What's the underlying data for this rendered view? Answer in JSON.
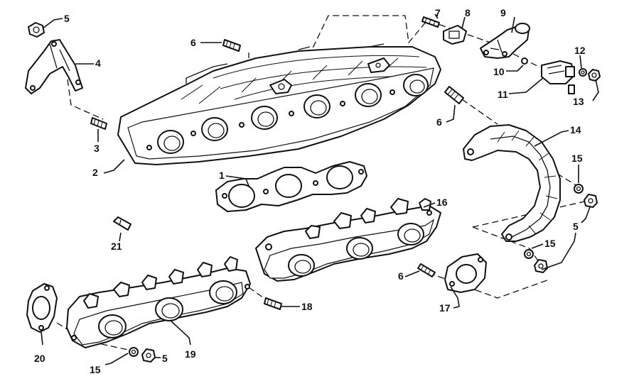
{
  "labels": {
    "l1": "1",
    "l2": "2",
    "l3": "3",
    "l4": "4",
    "l5a": "5",
    "l5b": "5",
    "l5c": "5",
    "l6a": "6",
    "l6b": "6",
    "l6c": "6",
    "l7": "7",
    "l8": "8",
    "l9": "9",
    "l10": "10",
    "l11": "11",
    "l12": "12",
    "l13": "13",
    "l14": "14",
    "l15a": "15",
    "l15b": "15",
    "l15c": "15",
    "l16": "16",
    "l17": "17",
    "l18": "18",
    "l19": "19",
    "l20": "20",
    "l21": "21"
  }
}
